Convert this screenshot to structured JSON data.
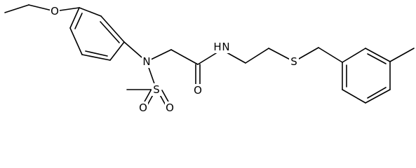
{
  "molecule": {
    "atoms": {
      "ethoxy_oxygen": "O",
      "amine_nitrogen": "N",
      "sulfonyl_sulfur": "S",
      "sulfonyl_oxygen_left": "O",
      "sulfonyl_oxygen_right": "O",
      "carbonyl_oxygen": "O",
      "amide_nitrogen": "N",
      "amide_hydrogen": "H",
      "thioether_sulfur": "S"
    }
  },
  "colors": {
    "bond": "#000000",
    "label": "#000000",
    "background": "#ffffff"
  }
}
